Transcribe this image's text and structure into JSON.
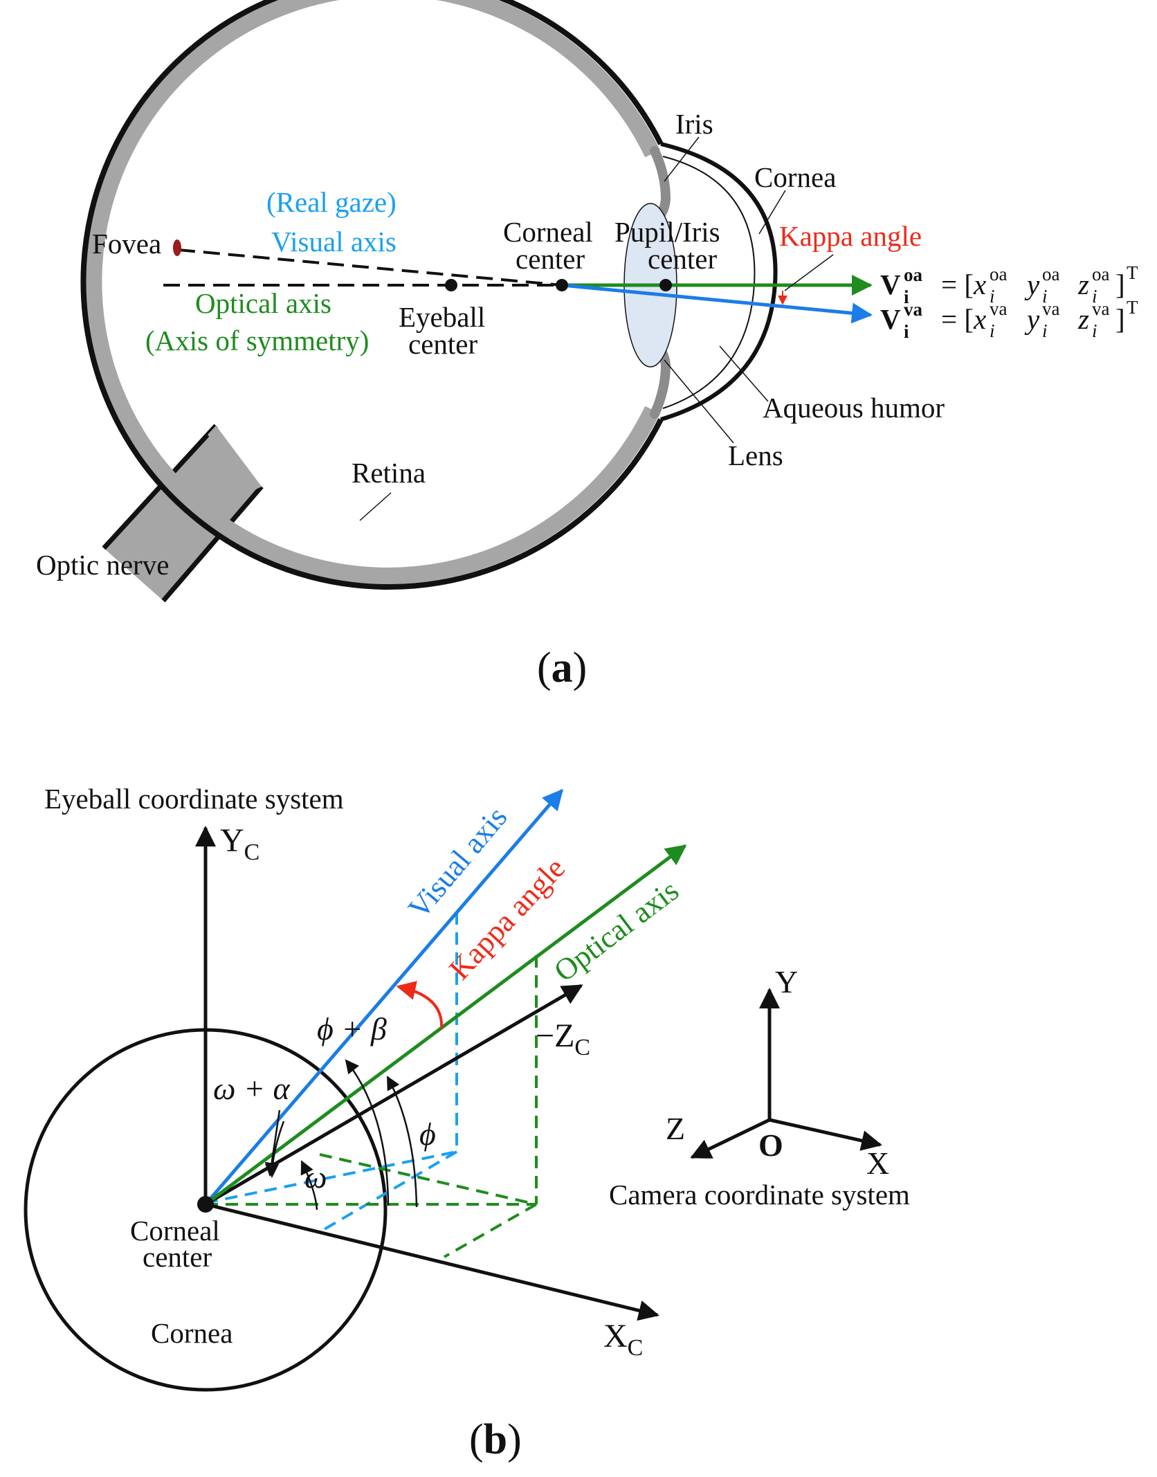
{
  "colors": {
    "visual_axis": "#1a7de8",
    "optical_axis": "#1e8c1e",
    "kappa": "#ee2a1a",
    "light_blue_label": "#1aa0f0",
    "tissue_gray": "#a6a6a6",
    "lens_fill": "#dde6f3",
    "ink": "#111111"
  },
  "panel_a": {
    "panel_label": "a",
    "labels": {
      "iris": "Iris",
      "cornea": "Cornea",
      "kappa_angle": "Kappa angle",
      "real_gaze": "(Real gaze)",
      "visual_axis": "Visual axis",
      "fovea": "Fovea",
      "corneal_center_line1": "Corneal",
      "corneal_center_line2": "center",
      "pupil_iris_line1": "Pupil/Iris",
      "pupil_iris_line2": "center",
      "optical_axis": "Optical axis",
      "axis_of_symmetry": "(Axis of symmetry)",
      "eyeball_center_line1": "Eyeball",
      "eyeball_center_line2": "center",
      "aqueous_humor": "Aqueous humor",
      "lens": "Lens",
      "retina": "Retina",
      "optic_nerve": "Optic nerve"
    },
    "equations": {
      "oa": {
        "vec": "V",
        "sub": "i",
        "sup": "oa",
        "rhs_open": "= [",
        "x": "x",
        "y": "y",
        "z": "z",
        "comp_sub": "i",
        "comp_sup": "oa",
        "rhs_close": "]",
        "transpose": "T"
      },
      "va": {
        "vec": "V",
        "sub": "i",
        "sup": "va",
        "rhs_open": "= [",
        "x": "x",
        "y": "y",
        "z": "z",
        "comp_sub": "i",
        "comp_sup": "va",
        "rhs_close": "]",
        "transpose": "T"
      }
    }
  },
  "panel_b": {
    "panel_label": "b",
    "labels": {
      "eyeball_coord_system": "Eyeball coordinate system",
      "yc_main": "Y",
      "yc_sub": "C",
      "neg_zc_main": "−Z",
      "neg_zc_sub": "C",
      "xc_main": "X",
      "xc_sub": "C",
      "visual_axis": "Visual axis",
      "kappa_angle": "Kappa angle",
      "optical_axis": "Optical axis",
      "phi_plus_beta": "ϕ + β",
      "omega_plus_alpha": "ω + α",
      "omega": "ω",
      "phi": "ϕ",
      "corneal_center_line1": "Corneal",
      "corneal_center_line2": "center",
      "cornea": "Cornea",
      "cam_y": "Y",
      "cam_z": "Z",
      "cam_o": "O",
      "cam_x": "X",
      "camera_coord_system": "Camera coordinate system"
    }
  }
}
